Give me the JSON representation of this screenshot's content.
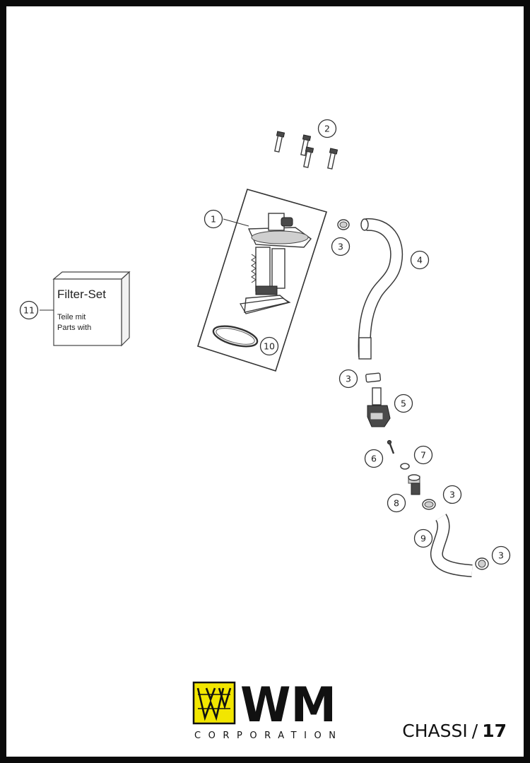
{
  "callouts": [
    "1",
    "2",
    "3",
    "3",
    "3",
    "3",
    "4",
    "5",
    "6",
    "7",
    "8",
    "9",
    "10",
    "11"
  ],
  "filter_set": {
    "title": "Filter-Set",
    "line1": "Teile mit",
    "line2": "Parts with"
  },
  "logo": {
    "wordmark": "WM",
    "subtitle": "CORPORATION",
    "colors": {
      "yellow": "#f2e600",
      "black": "#111111"
    }
  },
  "footer": {
    "section": "CHASSI",
    "separator": "/",
    "page": "17"
  }
}
